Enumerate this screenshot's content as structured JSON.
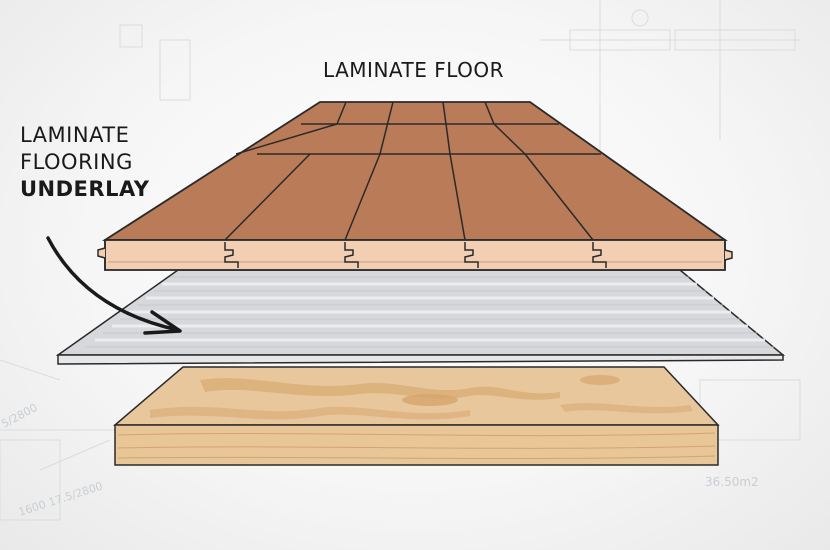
{
  "labels": {
    "laminate_floor": "LAMINATE FLOOR",
    "underlay_line1": "LAMINATE",
    "underlay_line2": "FLOORING",
    "underlay_line3": "UNDERLAY"
  },
  "background_texts": {
    "area": "36.50m2",
    "dims": "1600  17.5/2800",
    "side": "5/2800"
  },
  "colors": {
    "laminate_top": "#b97b58",
    "laminate_edge": "#f2cfb3",
    "underlay": "#d6d8db",
    "plywood_top": "#e9c79d",
    "plywood_grain": "#d9ae78",
    "plywood_edge": "#e8c697",
    "outline": "#2a2a2a",
    "arrow": "#1a1a1a"
  }
}
